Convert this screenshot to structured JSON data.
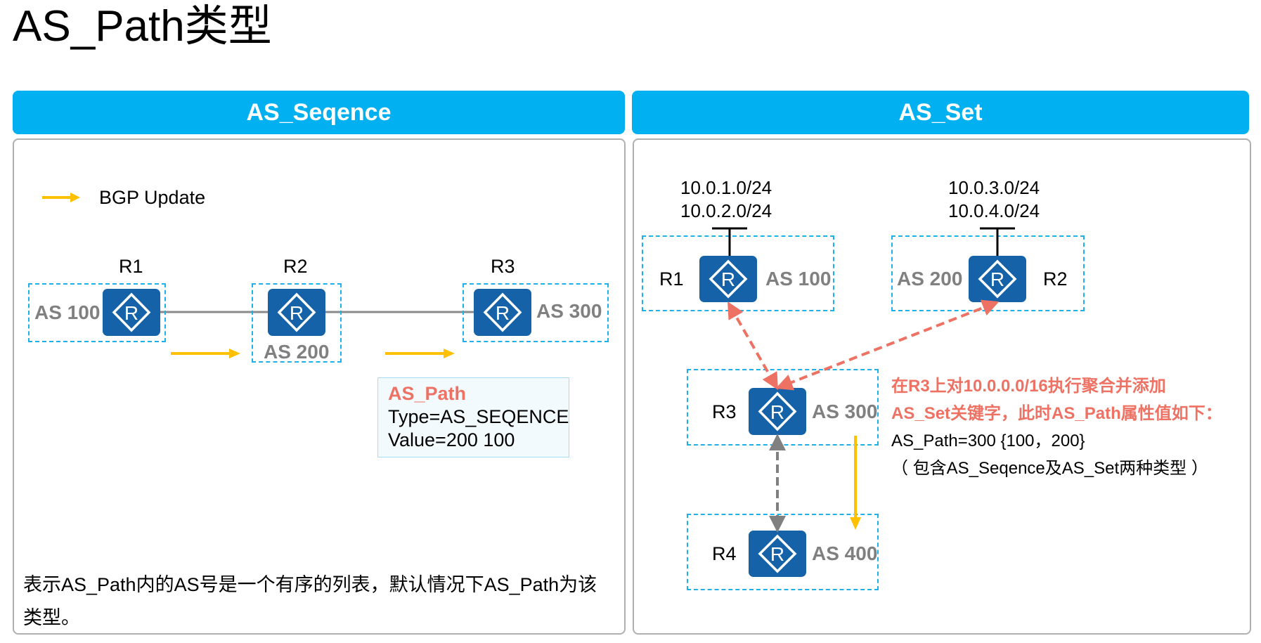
{
  "title": "AS_Path类型",
  "colors": {
    "header_bg": "#00b0f0",
    "router_bg": "#1562a9",
    "dashed_box": "#1fb0e8",
    "update_arrow": "#ffc000",
    "peer_arrow_red": "#ee7264",
    "peer_arrow_gray": "#808080",
    "as_label": "#808080"
  },
  "left": {
    "header": "AS_Seqence",
    "legend": {
      "icon": "arrow-right-icon",
      "label": "BGP Update"
    },
    "routers": [
      {
        "name": "R1",
        "as": "AS 100"
      },
      {
        "name": "R2",
        "as": "AS 200"
      },
      {
        "name": "R3",
        "as": "AS 300"
      }
    ],
    "as_path_box": {
      "title": "AS_Path",
      "type_line": "Type=AS_SEQENCE",
      "value_line": "Value=200 100"
    },
    "description_line1": "表示AS_Path内的AS号是一个有序的列表，默认情况下AS_Path为该",
    "description_line2": "类型。"
  },
  "right": {
    "header": "AS_Set",
    "routers": [
      {
        "name": "R1",
        "as": "AS 100",
        "networks": [
          "10.0.1.0/24",
          "10.0.2.0/24"
        ]
      },
      {
        "name": "R2",
        "as": "AS 200",
        "networks": [
          "10.0.3.0/24",
          "10.0.4.0/24"
        ]
      },
      {
        "name": "R3",
        "as": "AS 300"
      },
      {
        "name": "R4",
        "as": "AS 400"
      }
    ],
    "note": {
      "line1": "在R3上对10.0.0.0/16执行聚合并添加",
      "line2": "AS_Set关键字，此时AS_Path属性值如下：",
      "line3": "AS_Path=300 {100，200}",
      "line4": "（ 包含AS_Seqence及AS_Set两种类型 ）"
    }
  }
}
